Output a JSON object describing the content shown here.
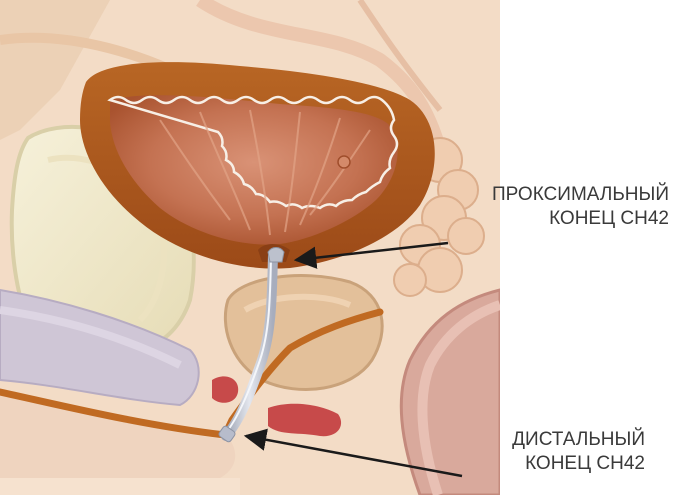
{
  "labels": {
    "proximal": {
      "line1": "ПРОКСИМАЛЬНЫЙ",
      "line2": "КОНЕЦ CH42"
    },
    "distal": {
      "line1": "ДИСТАЛЬНЫЙ",
      "line2": "КОНЕЦ CH42"
    }
  },
  "colors": {
    "background": "#f3dcc6",
    "bladder_wall": "#b35e22",
    "bladder_lumen": "#c97a55",
    "catheter": "#c8ccd6",
    "prostate": "#e3c09a",
    "urethra": "#c06a22",
    "bone": "#f1ebce",
    "muscle": "#d6a7a0",
    "arrow": "#1a1a1a"
  },
  "icons": [
    "medical-anatomy-illustration",
    "arrow-pointer"
  ]
}
